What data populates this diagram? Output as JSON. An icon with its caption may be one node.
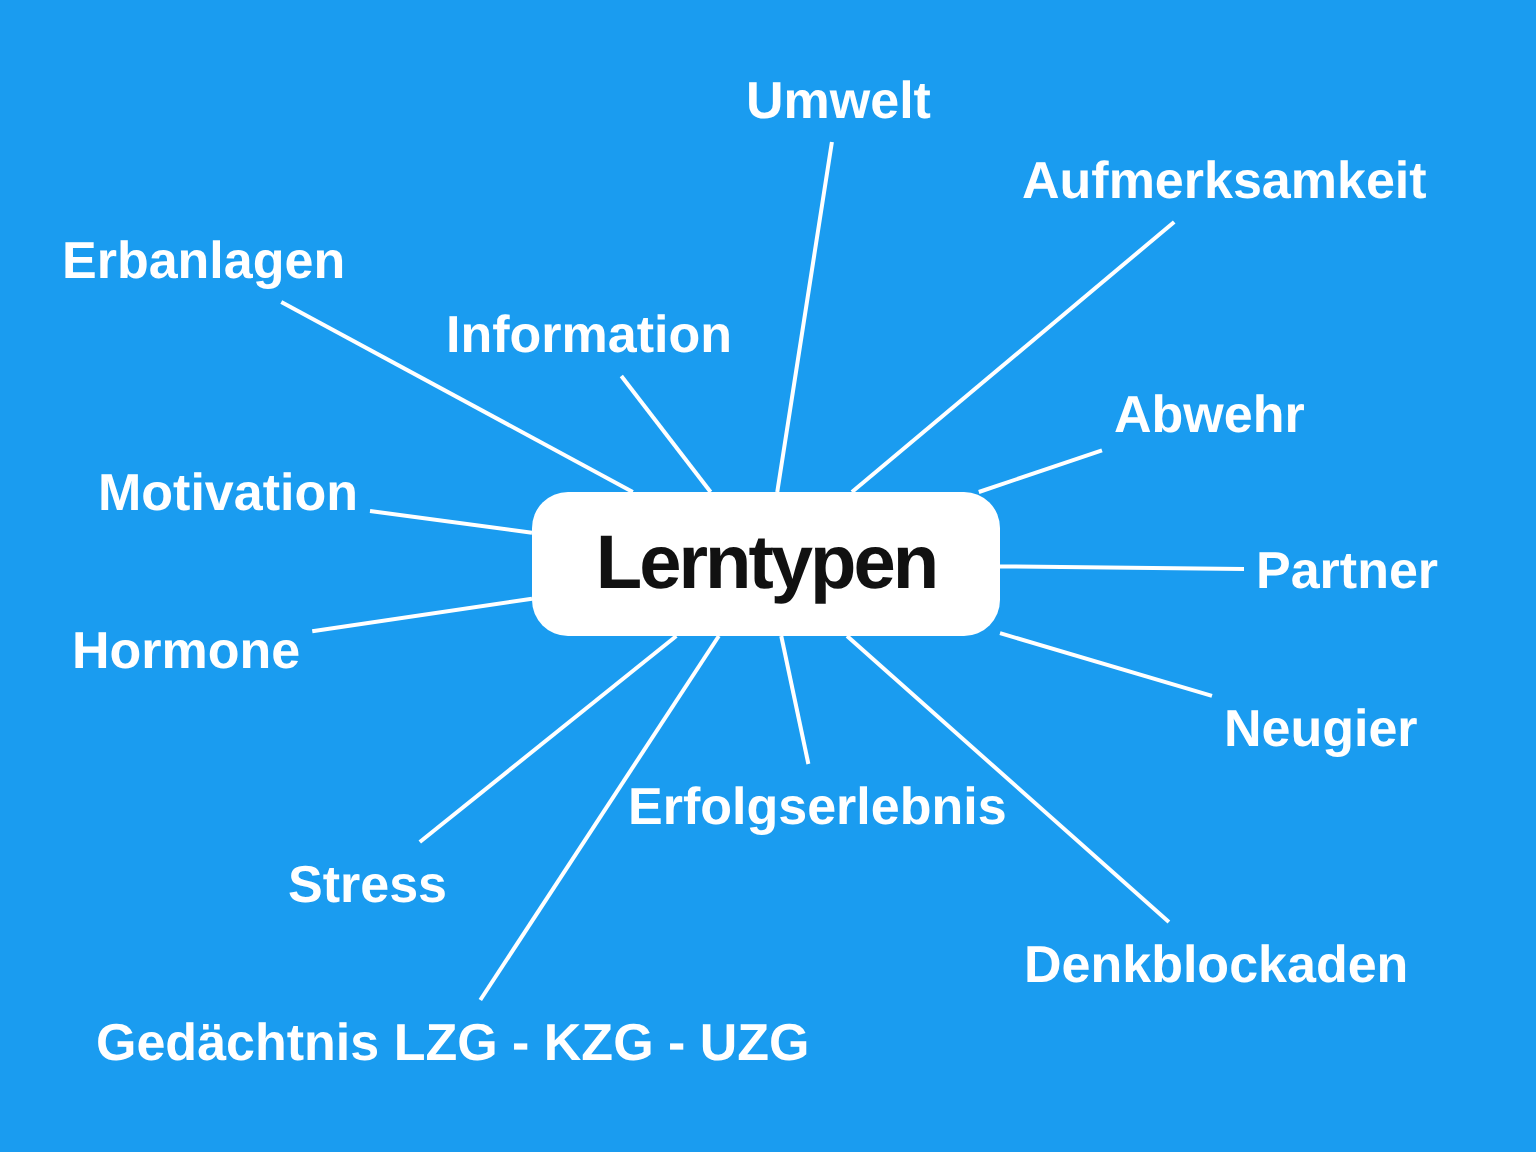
{
  "diagram": {
    "nodes": [
      {
        "text": [
          "Lerntypen"
        ]
      },
      {
        "text": [
          "Umwelt"
        ]
      },
      {
        "text": [
          "Aufmerksamkeit"
        ]
      },
      {
        "text": [
          "Erbanlagen"
        ]
      },
      {
        "text": [
          "Information"
        ]
      },
      {
        "text": [
          "Abwehr"
        ]
      },
      {
        "text": [
          "Motivation"
        ]
      },
      {
        "text": [
          "Partner"
        ]
      },
      {
        "text": [
          "Hormone"
        ]
      },
      {
        "text": [
          "Neugier"
        ]
      },
      {
        "text": [
          "Erfolgserlebnis"
        ]
      },
      {
        "text": [
          "Stress"
        ]
      },
      {
        "text": [
          "Denkblockaden"
        ]
      },
      {
        "text": [
          "Gedächtnis LZG - KZG - UZG"
        ]
      }
    ],
    "edges": [
      {
        "from": 0,
        "to": 1,
        "arrow": "none"
      },
      {
        "from": 0,
        "to": 2,
        "arrow": "none"
      },
      {
        "from": 0,
        "to": 3,
        "arrow": "none"
      },
      {
        "from": 0,
        "to": 4,
        "arrow": "none"
      },
      {
        "from": 0,
        "to": 5,
        "arrow": "none"
      },
      {
        "from": 0,
        "to": 6,
        "arrow": "none"
      },
      {
        "from": 0,
        "to": 7,
        "arrow": "none"
      },
      {
        "from": 0,
        "to": 8,
        "arrow": "none"
      },
      {
        "from": 0,
        "to": 9,
        "arrow": "none"
      },
      {
        "from": 0,
        "to": 10,
        "arrow": "none"
      },
      {
        "from": 0,
        "to": 11,
        "arrow": "none"
      },
      {
        "from": 0,
        "to": 12,
        "arrow": "none"
      },
      {
        "from": 0,
        "to": 13,
        "arrow": "none"
      }
    ]
  }
}
